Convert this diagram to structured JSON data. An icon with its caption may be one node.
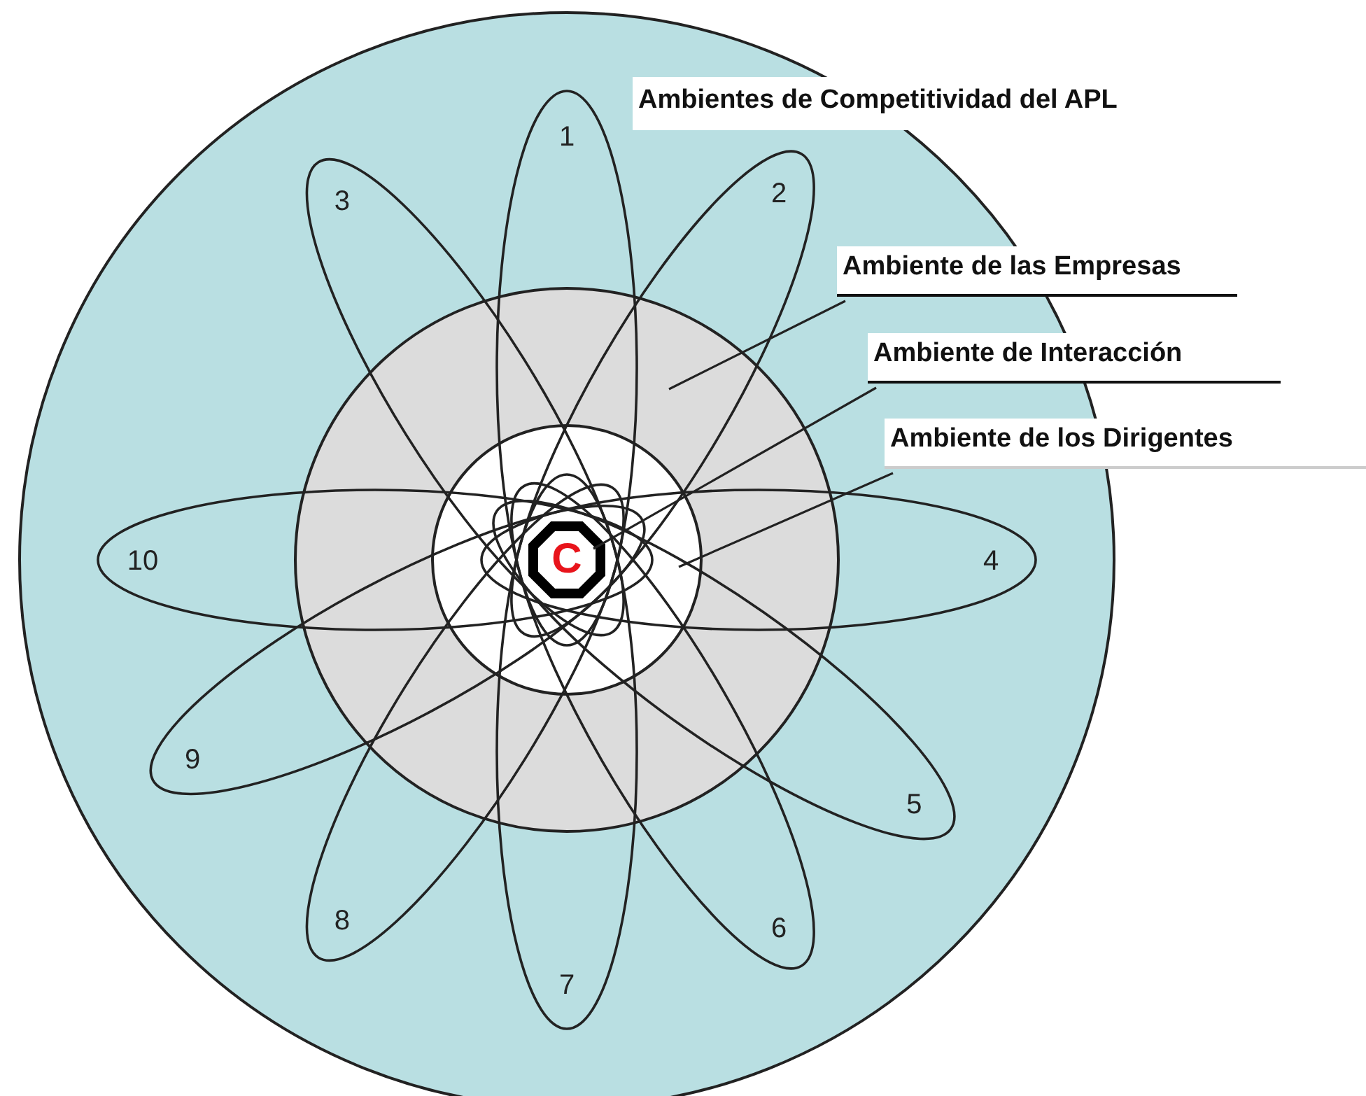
{
  "diagram": {
    "nodes": [
      {
        "text": [],
        "shape": "circle"
      },
      {
        "text": [],
        "shape": "circle",
        "in": 0
      },
      {
        "text": [],
        "shape": "circle",
        "in": 1
      },
      {
        "text": [
          "C"
        ]
      },
      {
        "text": [
          "1"
        ],
        "in": 0
      },
      {
        "text": [
          "2"
        ],
        "in": 0
      },
      {
        "text": [
          "3"
        ],
        "in": 0
      },
      {
        "text": [
          "4"
        ],
        "in": 0
      },
      {
        "text": [
          "5"
        ],
        "in": 0
      },
      {
        "text": [
          "6"
        ],
        "in": 0
      },
      {
        "text": [
          "7"
        ],
        "in": 0
      },
      {
        "text": [
          "8"
        ],
        "in": 0
      },
      {
        "text": [
          "9"
        ],
        "in": 0
      },
      {
        "text": [
          "10"
        ],
        "in": 0
      },
      {
        "text": [
          "Ambiente de las Empresas"
        ]
      },
      {
        "text": [
          "Ambiente de Interacción"
        ]
      },
      {
        "text": [
          "Ambiente de los Dirigentes"
        ]
      }
    ],
    "edges": [
      {
        "from": 14,
        "to": 1,
        "arrow": "none"
      },
      {
        "from": 15,
        "to": 3,
        "arrow": "none"
      },
      {
        "from": 16,
        "to": 2,
        "arrow": "none"
      }
    ],
    "labels": [
      "Ambientes de Competitividad del APL"
    ]
  }
}
